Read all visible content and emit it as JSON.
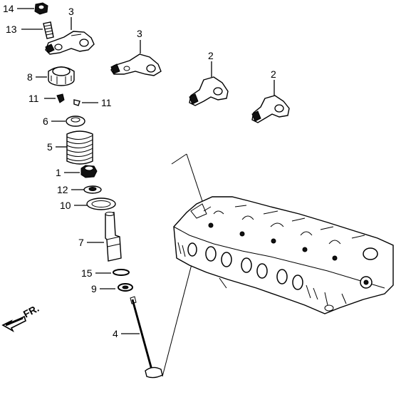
{
  "callouts": {
    "c14": "14",
    "c13": "13",
    "c3a": "3",
    "c3b": "3",
    "c2a": "2",
    "c2b": "2",
    "c8": "8",
    "c11a": "11",
    "c11b": "11",
    "c6": "6",
    "c5": "5",
    "c1": "1",
    "c12": "12",
    "c10": "10",
    "c7": "7",
    "c15": "15",
    "c9": "9",
    "c4": "4"
  },
  "direction_label": "FR."
}
